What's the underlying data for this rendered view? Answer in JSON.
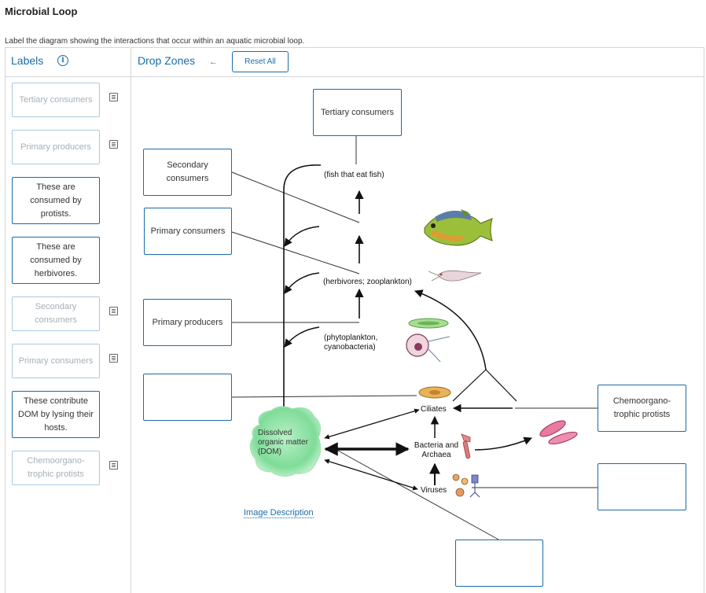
{
  "page": {
    "title": "Microbial Loop",
    "instructions": "Label the diagram showing the interactions that occur within an aquatic microbial loop.",
    "image_description_link": "Image Description"
  },
  "header": {
    "labels_title": "Labels",
    "drop_zones_title": "Drop Zones",
    "reset_button": "Reset All"
  },
  "labels": [
    {
      "text": "Tertiary consumers",
      "used": true
    },
    {
      "text": "Primary producers",
      "used": true
    },
    {
      "text": "These are consumed by protists.",
      "used": false
    },
    {
      "text": "These are consumed by herbivores.",
      "used": false
    },
    {
      "text": "Secondary consumers",
      "used": true
    },
    {
      "text": "Primary consumers",
      "used": true
    },
    {
      "text": "These contribute DOM by lysing their hosts.",
      "used": false
    },
    {
      "text": "Chemoorgano-trophic protists",
      "used": true
    }
  ],
  "drop_zones": [
    {
      "id": "top-right",
      "text": "Tertiary consumers"
    },
    {
      "id": "secondary",
      "text": "Secondary consumers"
    },
    {
      "id": "primary-consumers",
      "text": "Primary consumers"
    },
    {
      "id": "primary-producers",
      "text": "Primary producers"
    },
    {
      "id": "dom-empty",
      "text": ""
    },
    {
      "id": "chemo",
      "text": "Chemoorgano-trophic protists"
    },
    {
      "id": "viruses-empty",
      "text": ""
    },
    {
      "id": "bottom-empty",
      "text": ""
    }
  ],
  "diagram": {
    "fish_note": "(fish that eat fish)",
    "herbivores_note": "(herbivores; zooplankton)",
    "phyto_note": "(phytoplankton, cyanobacteria)",
    "dom": "Dissolved organic matter (DOM)",
    "ciliates": "Ciliates",
    "bacteria": "Bacteria and Archaea",
    "viruses": "Viruses"
  }
}
